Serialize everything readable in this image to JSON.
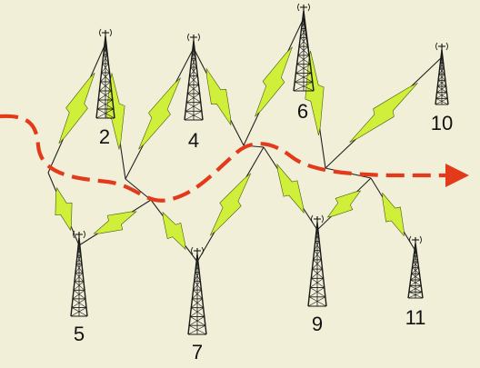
{
  "colors": {
    "background": "#f1efd8",
    "lightning_fill": "#cfef3a",
    "lightning_stroke": "#222222",
    "route": "#e23a1a",
    "tower": "#1a1a1a"
  },
  "towers": [
    {
      "id": "2",
      "label": "2"
    },
    {
      "id": "4",
      "label": "4"
    },
    {
      "id": "5",
      "label": "5"
    },
    {
      "id": "6",
      "label": "6"
    },
    {
      "id": "7",
      "label": "7"
    },
    {
      "id": "9",
      "label": "9"
    },
    {
      "id": "10",
      "label": "10"
    },
    {
      "id": "11",
      "label": "11"
    }
  ],
  "route_arrow": {
    "icon": "dashed-route-arrow-icon",
    "direction": "right"
  }
}
